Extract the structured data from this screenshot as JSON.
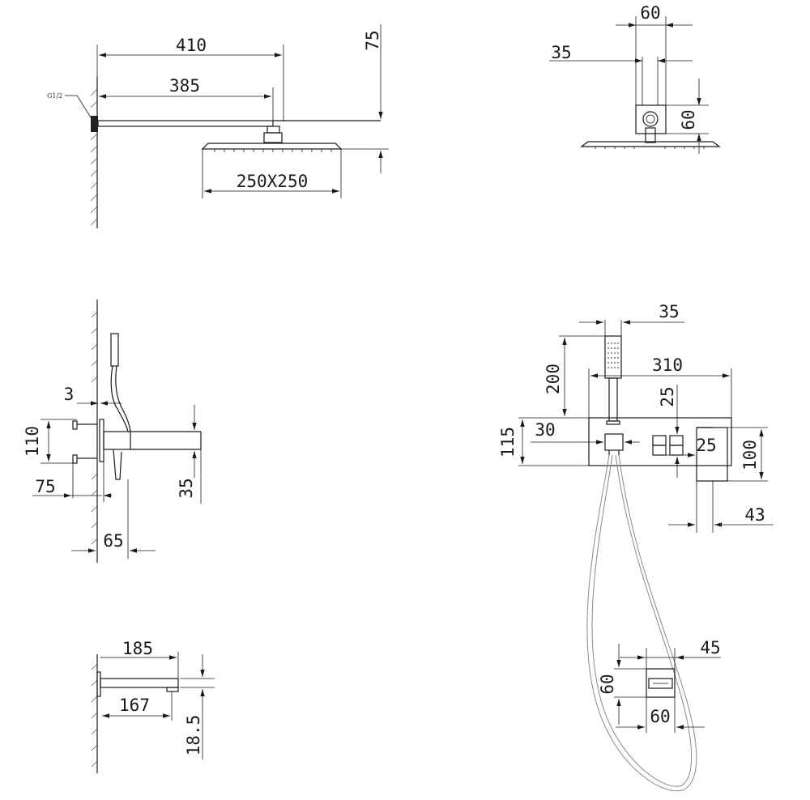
{
  "drawing": {
    "rain_head": {
      "thread_label": "G1/2",
      "arm_length": "410",
      "arm_projection": "385",
      "head_offset": "75",
      "head_size": "250X250"
    },
    "rain_head_side": {
      "width": "60",
      "pipe_offset": "35",
      "connector_height": "60"
    },
    "mixer_side": {
      "wall_gap": "3",
      "height": "110",
      "depth": "75",
      "handle_offset": "35",
      "projection": "65"
    },
    "mixer_front": {
      "handset_width": "35",
      "plate_width": "310",
      "handset_height": "200",
      "knob_height": "25",
      "plate_height": "115",
      "outlet_offset": "30",
      "knob_width": "25",
      "spout_height": "100",
      "spout_width": "43"
    },
    "spout": {
      "length": "185",
      "projection": "167",
      "height": "18.5"
    },
    "wall_bracket": {
      "depth": "45",
      "height": "60",
      "width": "60"
    }
  }
}
